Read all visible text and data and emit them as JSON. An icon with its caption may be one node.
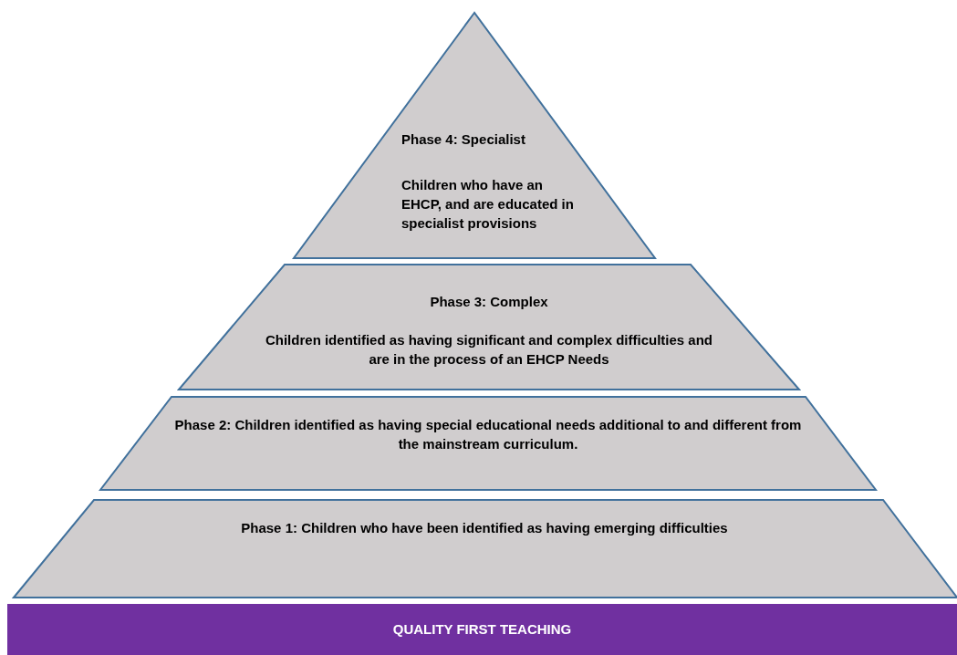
{
  "diagram": {
    "nodes": [
      {
        "text": [
          "Phase 4: Specialist",
          "Children who have an EHCP, and are educated in specialist provisions"
        ]
      },
      {
        "text": [
          "Phase 3: Complex",
          "Children identified as having significant and complex difficulties and are in the process of an EHCP Needs"
        ]
      },
      {
        "text": [
          "Phase 2: Children identified as having special educational needs additional to and different from the mainstream curriculum."
        ]
      },
      {
        "text": [
          "Phase 1: Children who have been identified as having emerging difficulties"
        ]
      },
      {
        "text": [
          "QUALITY FIRST TEACHING"
        ]
      }
    ]
  }
}
